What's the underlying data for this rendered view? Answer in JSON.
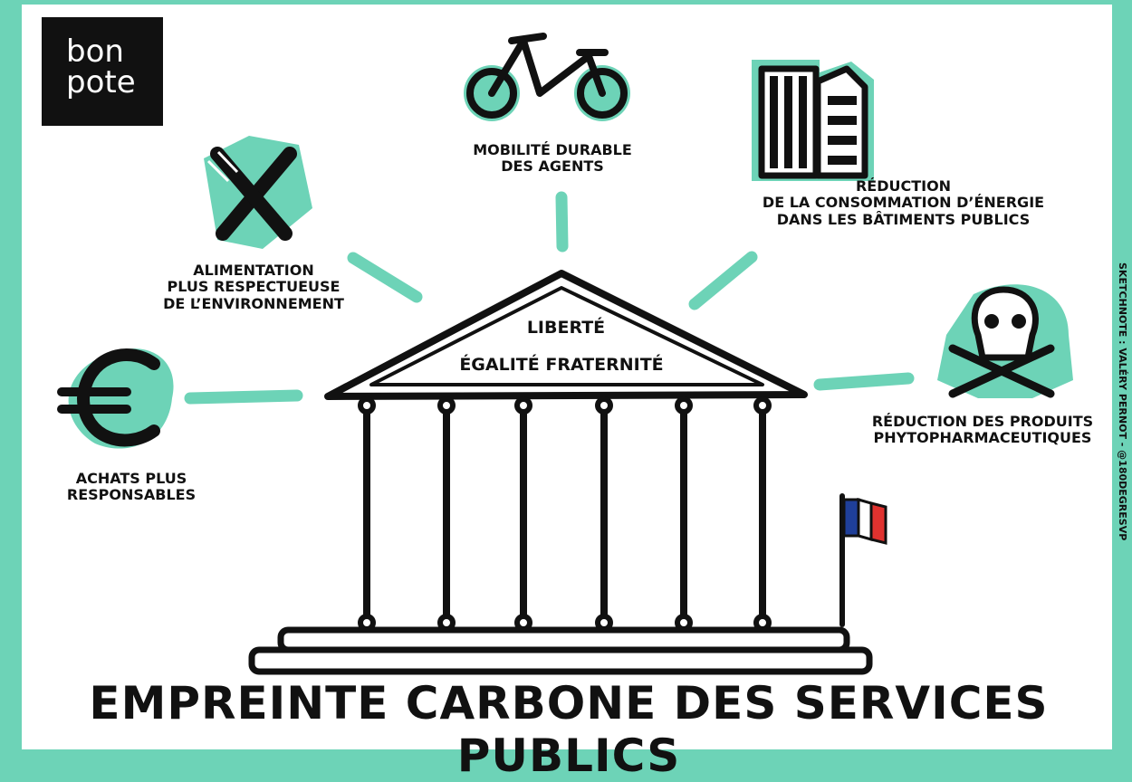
{
  "logo": {
    "line1": "bon",
    "line2": "pote"
  },
  "credit": "SKETCHNOTE : VALÉRY PERNOT - @180DEGRESVP",
  "title": "EMPREINTE CARBONE DES SERVICES PUBLICS",
  "motto": {
    "line1": "LIBERTÉ",
    "line2": "ÉGALITÉ FRATERNITÉ"
  },
  "items": {
    "mobility": [
      "MOBILITÉ DURABLE",
      "DES AGENTS"
    ],
    "energy": [
      "RÉDUCTION",
      "DE LA CONSOMMATION D’ÉNERGIE",
      "DANS LES BÂTIMENTS PUBLICS"
    ],
    "food": [
      "ALIMENTATION",
      "PLUS RESPECTUEUSE",
      "DE L’ENVIRONNEMENT"
    ],
    "purchases": [
      "ACHATS PLUS",
      "RESPONSABLES"
    ],
    "pesticides": [
      "RÉDUCTION DES PRODUITS",
      "PHYTOPHARMACEUTIQUES"
    ]
  },
  "colors": {
    "accent": "#6dd3b7",
    "ink": "#111111",
    "flag_blue": "#1f3f99",
    "flag_red": "#e0322f"
  }
}
